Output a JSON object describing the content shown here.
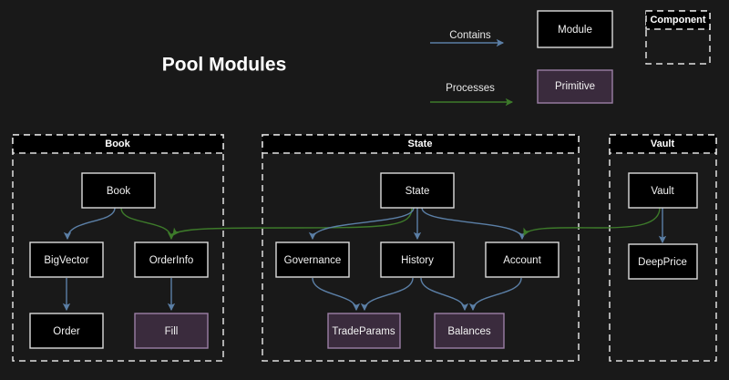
{
  "title": "Pool Modules",
  "colors": {
    "background": "#191919",
    "module_fill": "#000000",
    "module_stroke": "#dcdcdc",
    "primitive_fill": "#3a2b3d",
    "primitive_stroke": "#9c7fa5",
    "contains_arrow": "#5b7fa6",
    "processes_arrow": "#3d7a2a",
    "group_border": "#e0e0e0",
    "text": "#f2f2f2"
  },
  "legend": {
    "contains_label": "Contains",
    "processes_label": "Processes",
    "module_label": "Module",
    "primitive_label": "Primitive",
    "component_label": "Component"
  },
  "groups": [
    {
      "id": "book",
      "label": "Book"
    },
    {
      "id": "state",
      "label": "State"
    },
    {
      "id": "vault",
      "label": "Vault"
    }
  ],
  "nodes": [
    {
      "id": "book",
      "label": "Book",
      "type": "module",
      "group": "book"
    },
    {
      "id": "bigvector",
      "label": "BigVector",
      "type": "module",
      "group": "book"
    },
    {
      "id": "orderinfo",
      "label": "OrderInfo",
      "type": "module",
      "group": "book"
    },
    {
      "id": "order",
      "label": "Order",
      "type": "module",
      "group": "book"
    },
    {
      "id": "fill",
      "label": "Fill",
      "type": "primitive",
      "group": "book"
    },
    {
      "id": "state",
      "label": "State",
      "type": "module",
      "group": "state"
    },
    {
      "id": "governance",
      "label": "Governance",
      "type": "module",
      "group": "state"
    },
    {
      "id": "history",
      "label": "History",
      "type": "module",
      "group": "state"
    },
    {
      "id": "account",
      "label": "Account",
      "type": "module",
      "group": "state"
    },
    {
      "id": "tradeparams",
      "label": "TradeParams",
      "type": "primitive",
      "group": "state"
    },
    {
      "id": "balances",
      "label": "Balances",
      "type": "primitive",
      "group": "state"
    },
    {
      "id": "vault",
      "label": "Vault",
      "type": "module",
      "group": "vault"
    },
    {
      "id": "deepprice",
      "label": "DeepPrice",
      "type": "module",
      "group": "vault"
    }
  ],
  "edges": [
    {
      "from": "book",
      "to": "bigvector",
      "kind": "contains"
    },
    {
      "from": "bigvector",
      "to": "order",
      "kind": "contains"
    },
    {
      "from": "orderinfo",
      "to": "fill",
      "kind": "contains"
    },
    {
      "from": "state",
      "to": "governance",
      "kind": "contains"
    },
    {
      "from": "state",
      "to": "history",
      "kind": "contains"
    },
    {
      "from": "state",
      "to": "account",
      "kind": "contains"
    },
    {
      "from": "governance",
      "to": "tradeparams",
      "kind": "contains"
    },
    {
      "from": "history",
      "to": "tradeparams",
      "kind": "contains"
    },
    {
      "from": "history",
      "to": "balances",
      "kind": "contains"
    },
    {
      "from": "account",
      "to": "balances",
      "kind": "contains"
    },
    {
      "from": "vault",
      "to": "deepprice",
      "kind": "contains"
    },
    {
      "from": "book",
      "to": "orderinfo",
      "kind": "processes"
    },
    {
      "from": "state",
      "to": "orderinfo",
      "kind": "processes"
    },
    {
      "from": "vault",
      "to": "account",
      "kind": "processes"
    }
  ]
}
